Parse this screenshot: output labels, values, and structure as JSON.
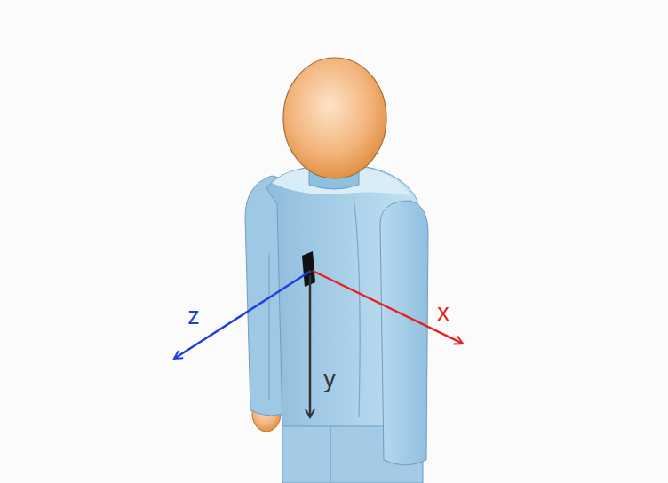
{
  "diagram": {
    "labels": [
      "z",
      "x",
      "y"
    ]
  }
}
